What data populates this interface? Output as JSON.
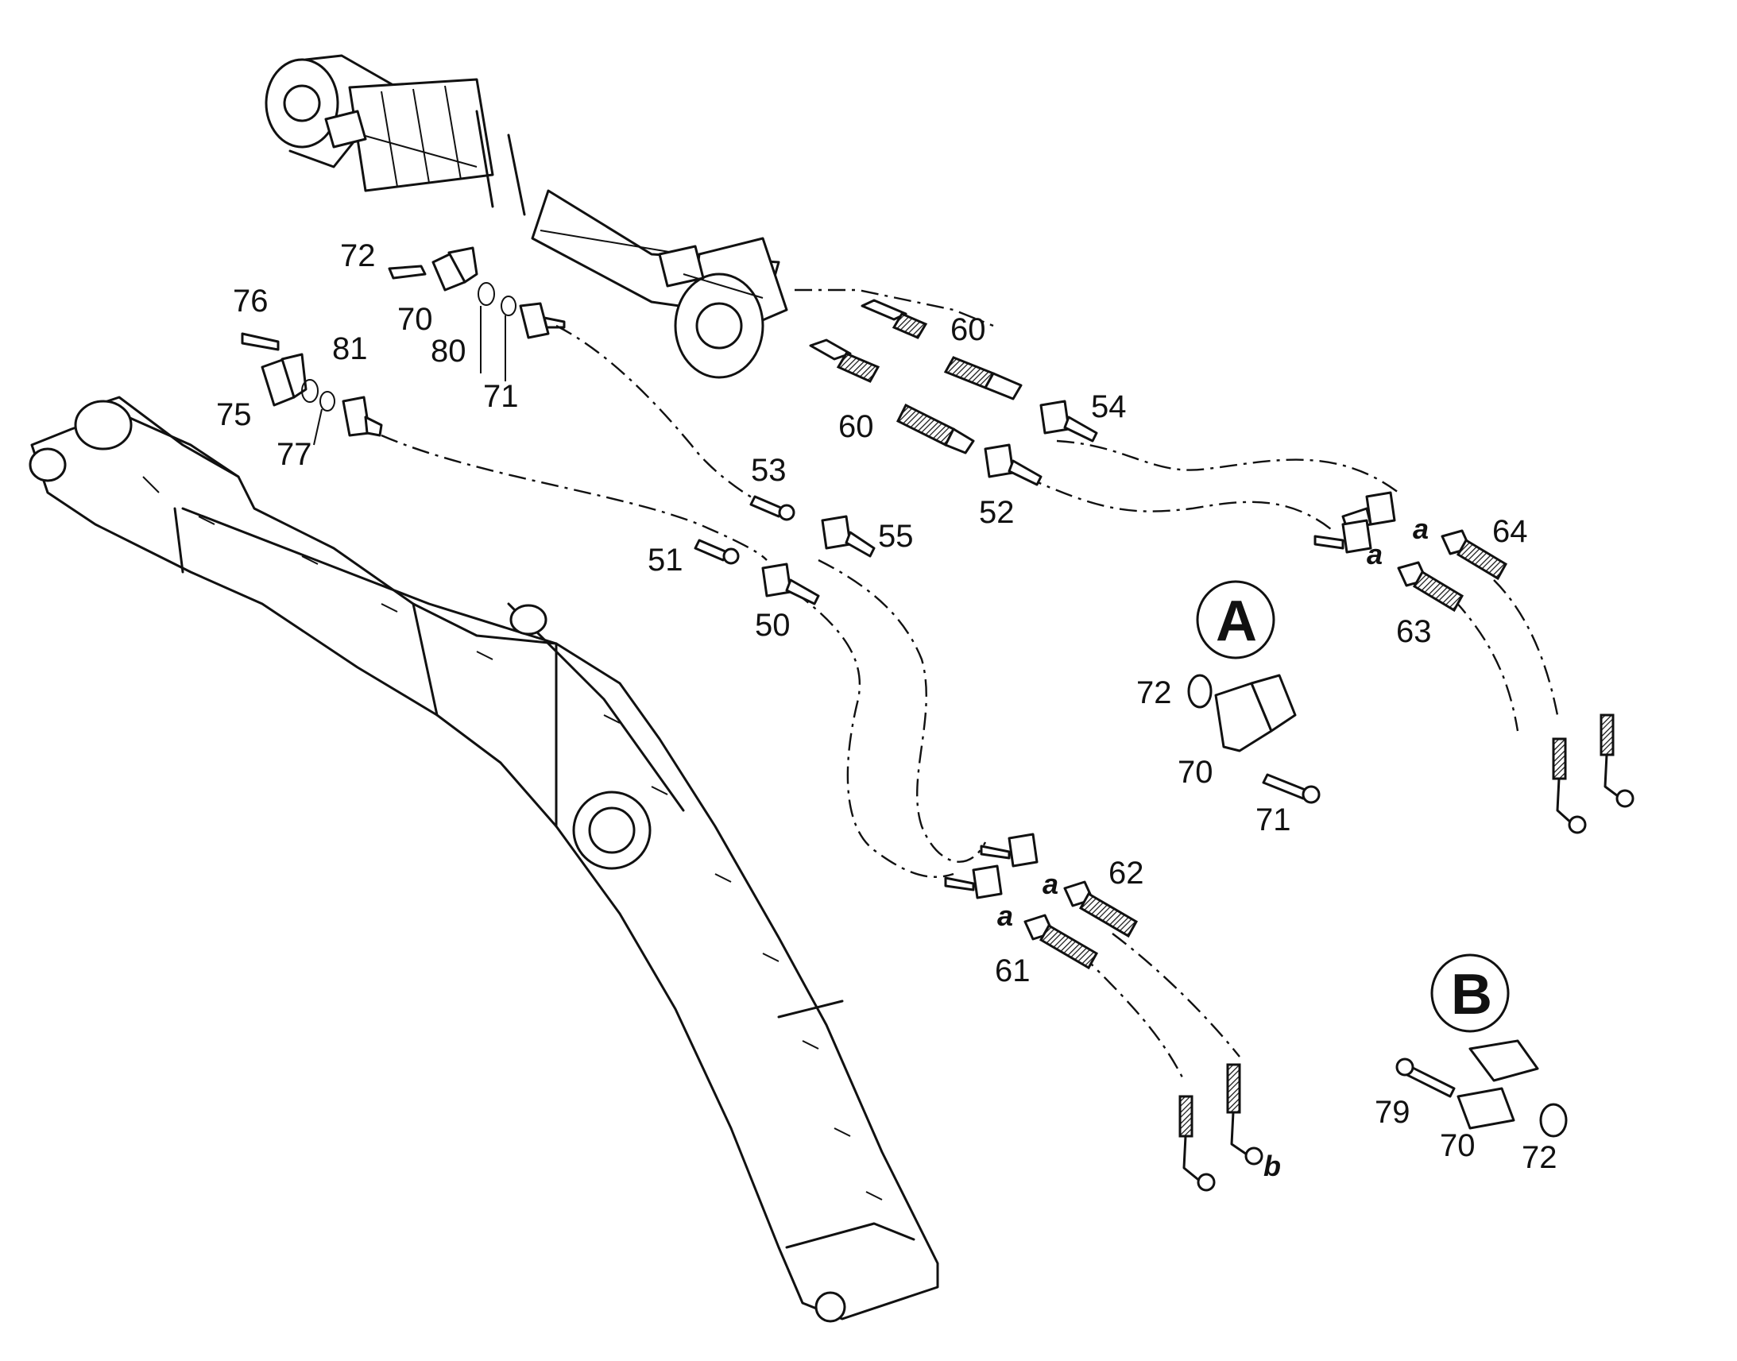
{
  "callouts": [
    {
      "id": "c72a",
      "text": "72"
    },
    {
      "id": "c70a",
      "text": "70"
    },
    {
      "id": "c80",
      "text": "80"
    },
    {
      "id": "c71a",
      "text": "71"
    },
    {
      "id": "c76",
      "text": "76"
    },
    {
      "id": "c81",
      "text": "81"
    },
    {
      "id": "c75",
      "text": "75"
    },
    {
      "id": "c77",
      "text": "77"
    },
    {
      "id": "c60a",
      "text": "60"
    },
    {
      "id": "c60b",
      "text": "60"
    },
    {
      "id": "c54",
      "text": "54"
    },
    {
      "id": "c53",
      "text": "53"
    },
    {
      "id": "c52",
      "text": "52"
    },
    {
      "id": "c55",
      "text": "55"
    },
    {
      "id": "c51",
      "text": "51"
    },
    {
      "id": "c50",
      "text": "50"
    },
    {
      "id": "c64",
      "text": "64"
    },
    {
      "id": "c63",
      "text": "63"
    },
    {
      "id": "c72b",
      "text": "72"
    },
    {
      "id": "c70b",
      "text": "70"
    },
    {
      "id": "c71b",
      "text": "71"
    },
    {
      "id": "c62",
      "text": "62"
    },
    {
      "id": "c61",
      "text": "61"
    },
    {
      "id": "c79",
      "text": "79"
    },
    {
      "id": "c70c",
      "text": "70"
    },
    {
      "id": "c72c",
      "text": "72"
    }
  ],
  "connection_marks": [
    "a",
    "a",
    "a",
    "a",
    "b"
  ],
  "detail_views": [
    "A",
    "B"
  ]
}
